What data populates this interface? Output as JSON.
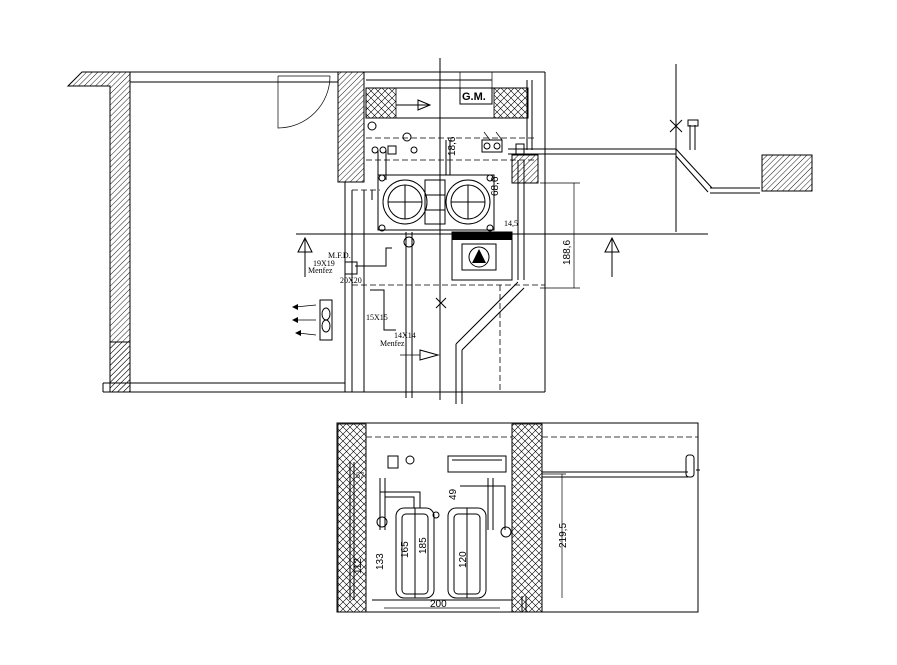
{
  "plan": {
    "gm_label": "G.M.",
    "dim_top": "18,6",
    "dim_mid": "68,6",
    "dim_right": "188,6",
    "dim_small": "14,5",
    "shaft1_label": "M.F.D.",
    "shaft1_size": "19X19",
    "shaft1_type": "Menfez",
    "shaft1_size2": "20X20",
    "shaft2_size": "15X15",
    "shaft3_size": "14X14",
    "shaft3_type": "Menfez"
  },
  "section": {
    "dim_height": "219,5",
    "dim_width": "200",
    "dim_133": "133",
    "dim_112": "112",
    "dim_165": "165",
    "dim_185": "185",
    "dim_120": "120",
    "dim_49": "49",
    "dim_57": "57"
  }
}
